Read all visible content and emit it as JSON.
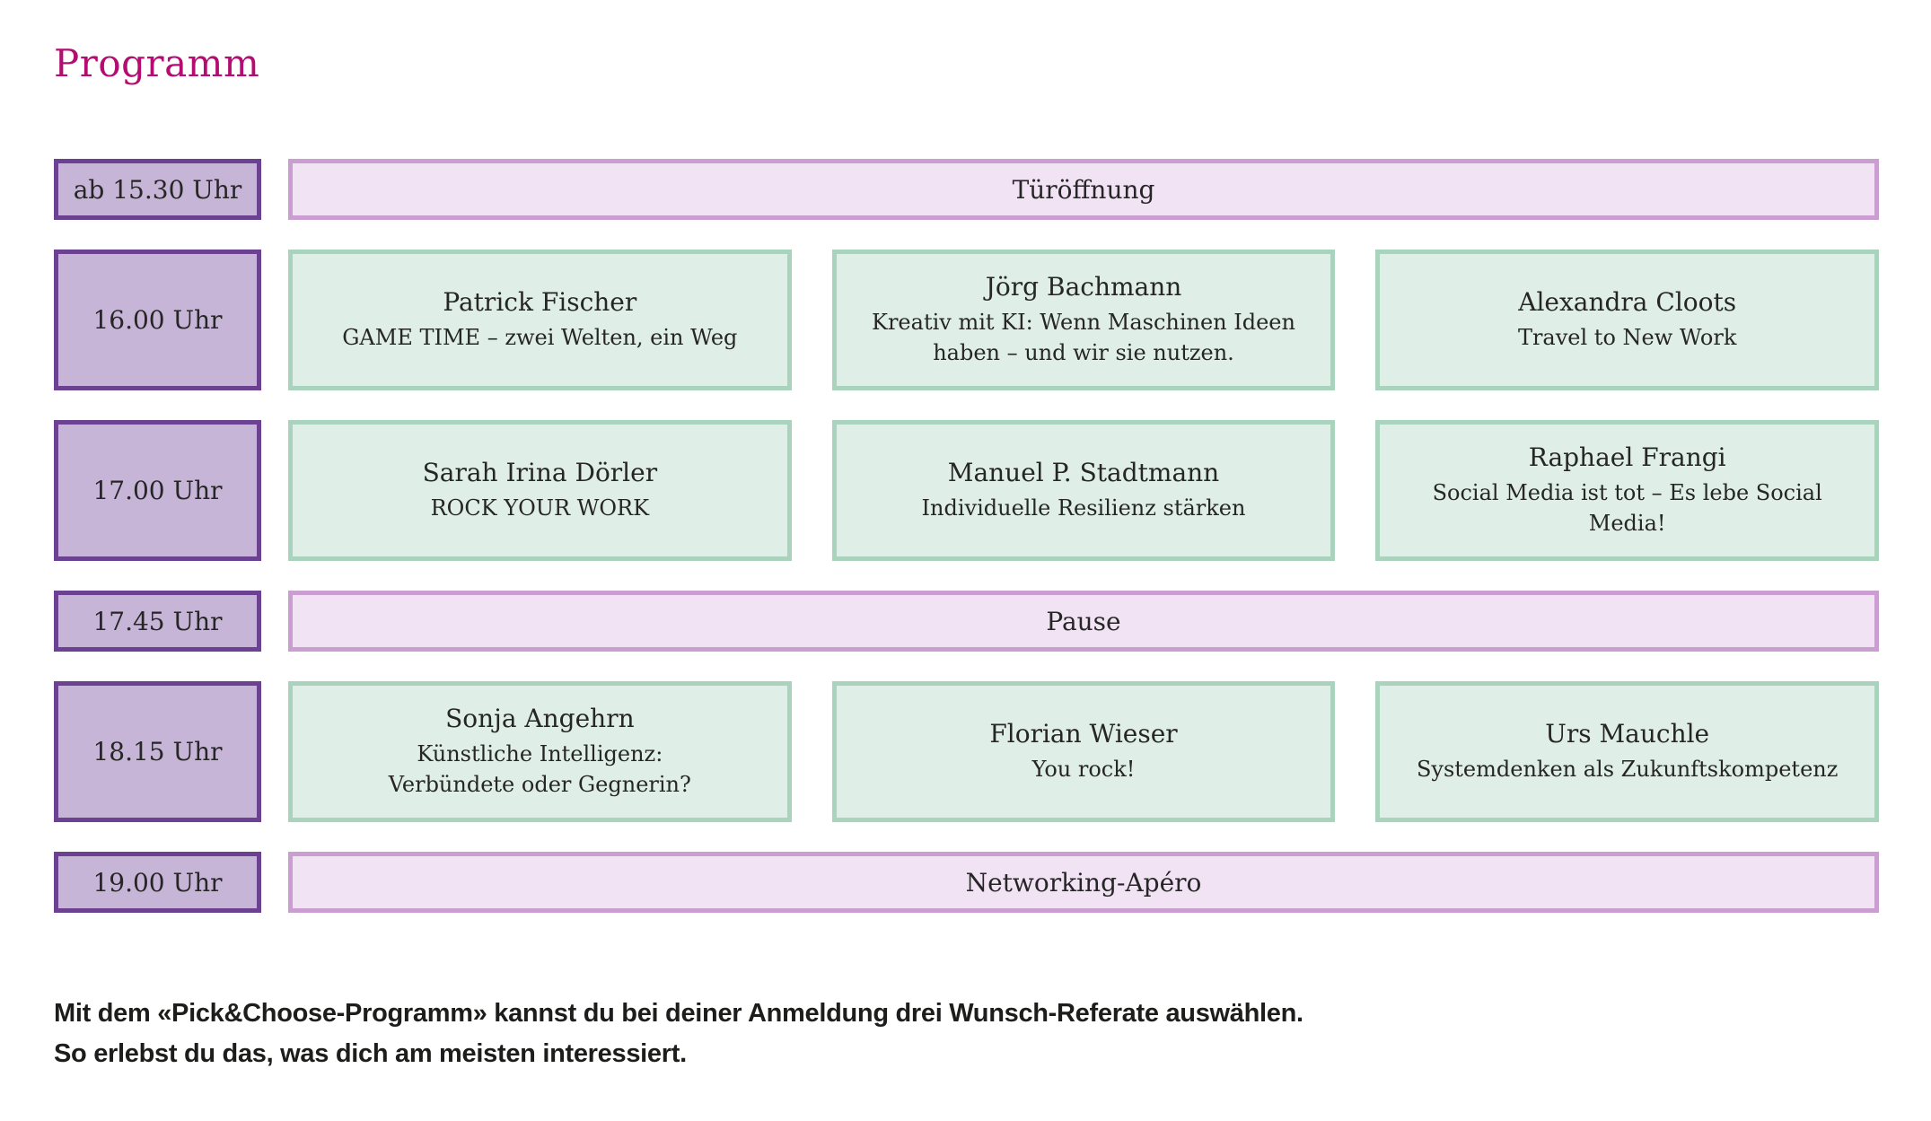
{
  "page": {
    "title": "Programm"
  },
  "colors": {
    "title_accent": "#b30d71",
    "time_border": "#6c4191",
    "time_fill": "#c7b5d8",
    "banner_border": "#cb9ed1",
    "banner_fill": "#f1e3f4",
    "talk_border": "#a9d3bc",
    "talk_fill": "#dfeee6",
    "text": "#262626"
  },
  "schedule": {
    "rows": [
      {
        "type": "banner",
        "time": "ab 15.30 Uhr",
        "label": "Türöffnung"
      },
      {
        "type": "talks",
        "time": "16.00 Uhr",
        "talks": [
          {
            "speaker": "Patrick Fischer",
            "title": "GAME TIME – zwei Welten, ein Weg"
          },
          {
            "speaker": "Jörg Bachmann",
            "title": "Kreativ mit KI: Wenn Maschinen Ideen\nhaben – und wir sie nutzen."
          },
          {
            "speaker": "Alexandra Cloots",
            "title": "Travel to New Work"
          }
        ]
      },
      {
        "type": "talks",
        "time": "17.00 Uhr",
        "talks": [
          {
            "speaker": "Sarah Irina Dörler",
            "title": "ROCK YOUR WORK"
          },
          {
            "speaker": "Manuel P. Stadtmann",
            "title": "Individuelle Resilienz stärken"
          },
          {
            "speaker": "Raphael Frangi",
            "title": "Social Media ist tot – Es lebe Social Media!"
          }
        ]
      },
      {
        "type": "banner",
        "time": "17.45 Uhr",
        "label": "Pause"
      },
      {
        "type": "talks",
        "time": "18.15 Uhr",
        "talks": [
          {
            "speaker": "Sonja Angehrn",
            "title": "Künstliche Intelligenz:\nVerbündete oder Gegnerin?"
          },
          {
            "speaker": "Florian Wieser",
            "title": "You rock!"
          },
          {
            "speaker": "Urs Mauchle",
            "title": "Systemdenken als Zukunftskompetenz"
          }
        ]
      },
      {
        "type": "banner",
        "time": "19.00 Uhr",
        "label": "Networking-Apéro"
      }
    ]
  },
  "footer": {
    "line1": "Mit dem «Pick&Choose-Programm» kannst du bei deiner Anmeldung drei Wunsch-Referate auswählen.",
    "line2": "So erlebst du das, was dich am meisten interessiert."
  }
}
